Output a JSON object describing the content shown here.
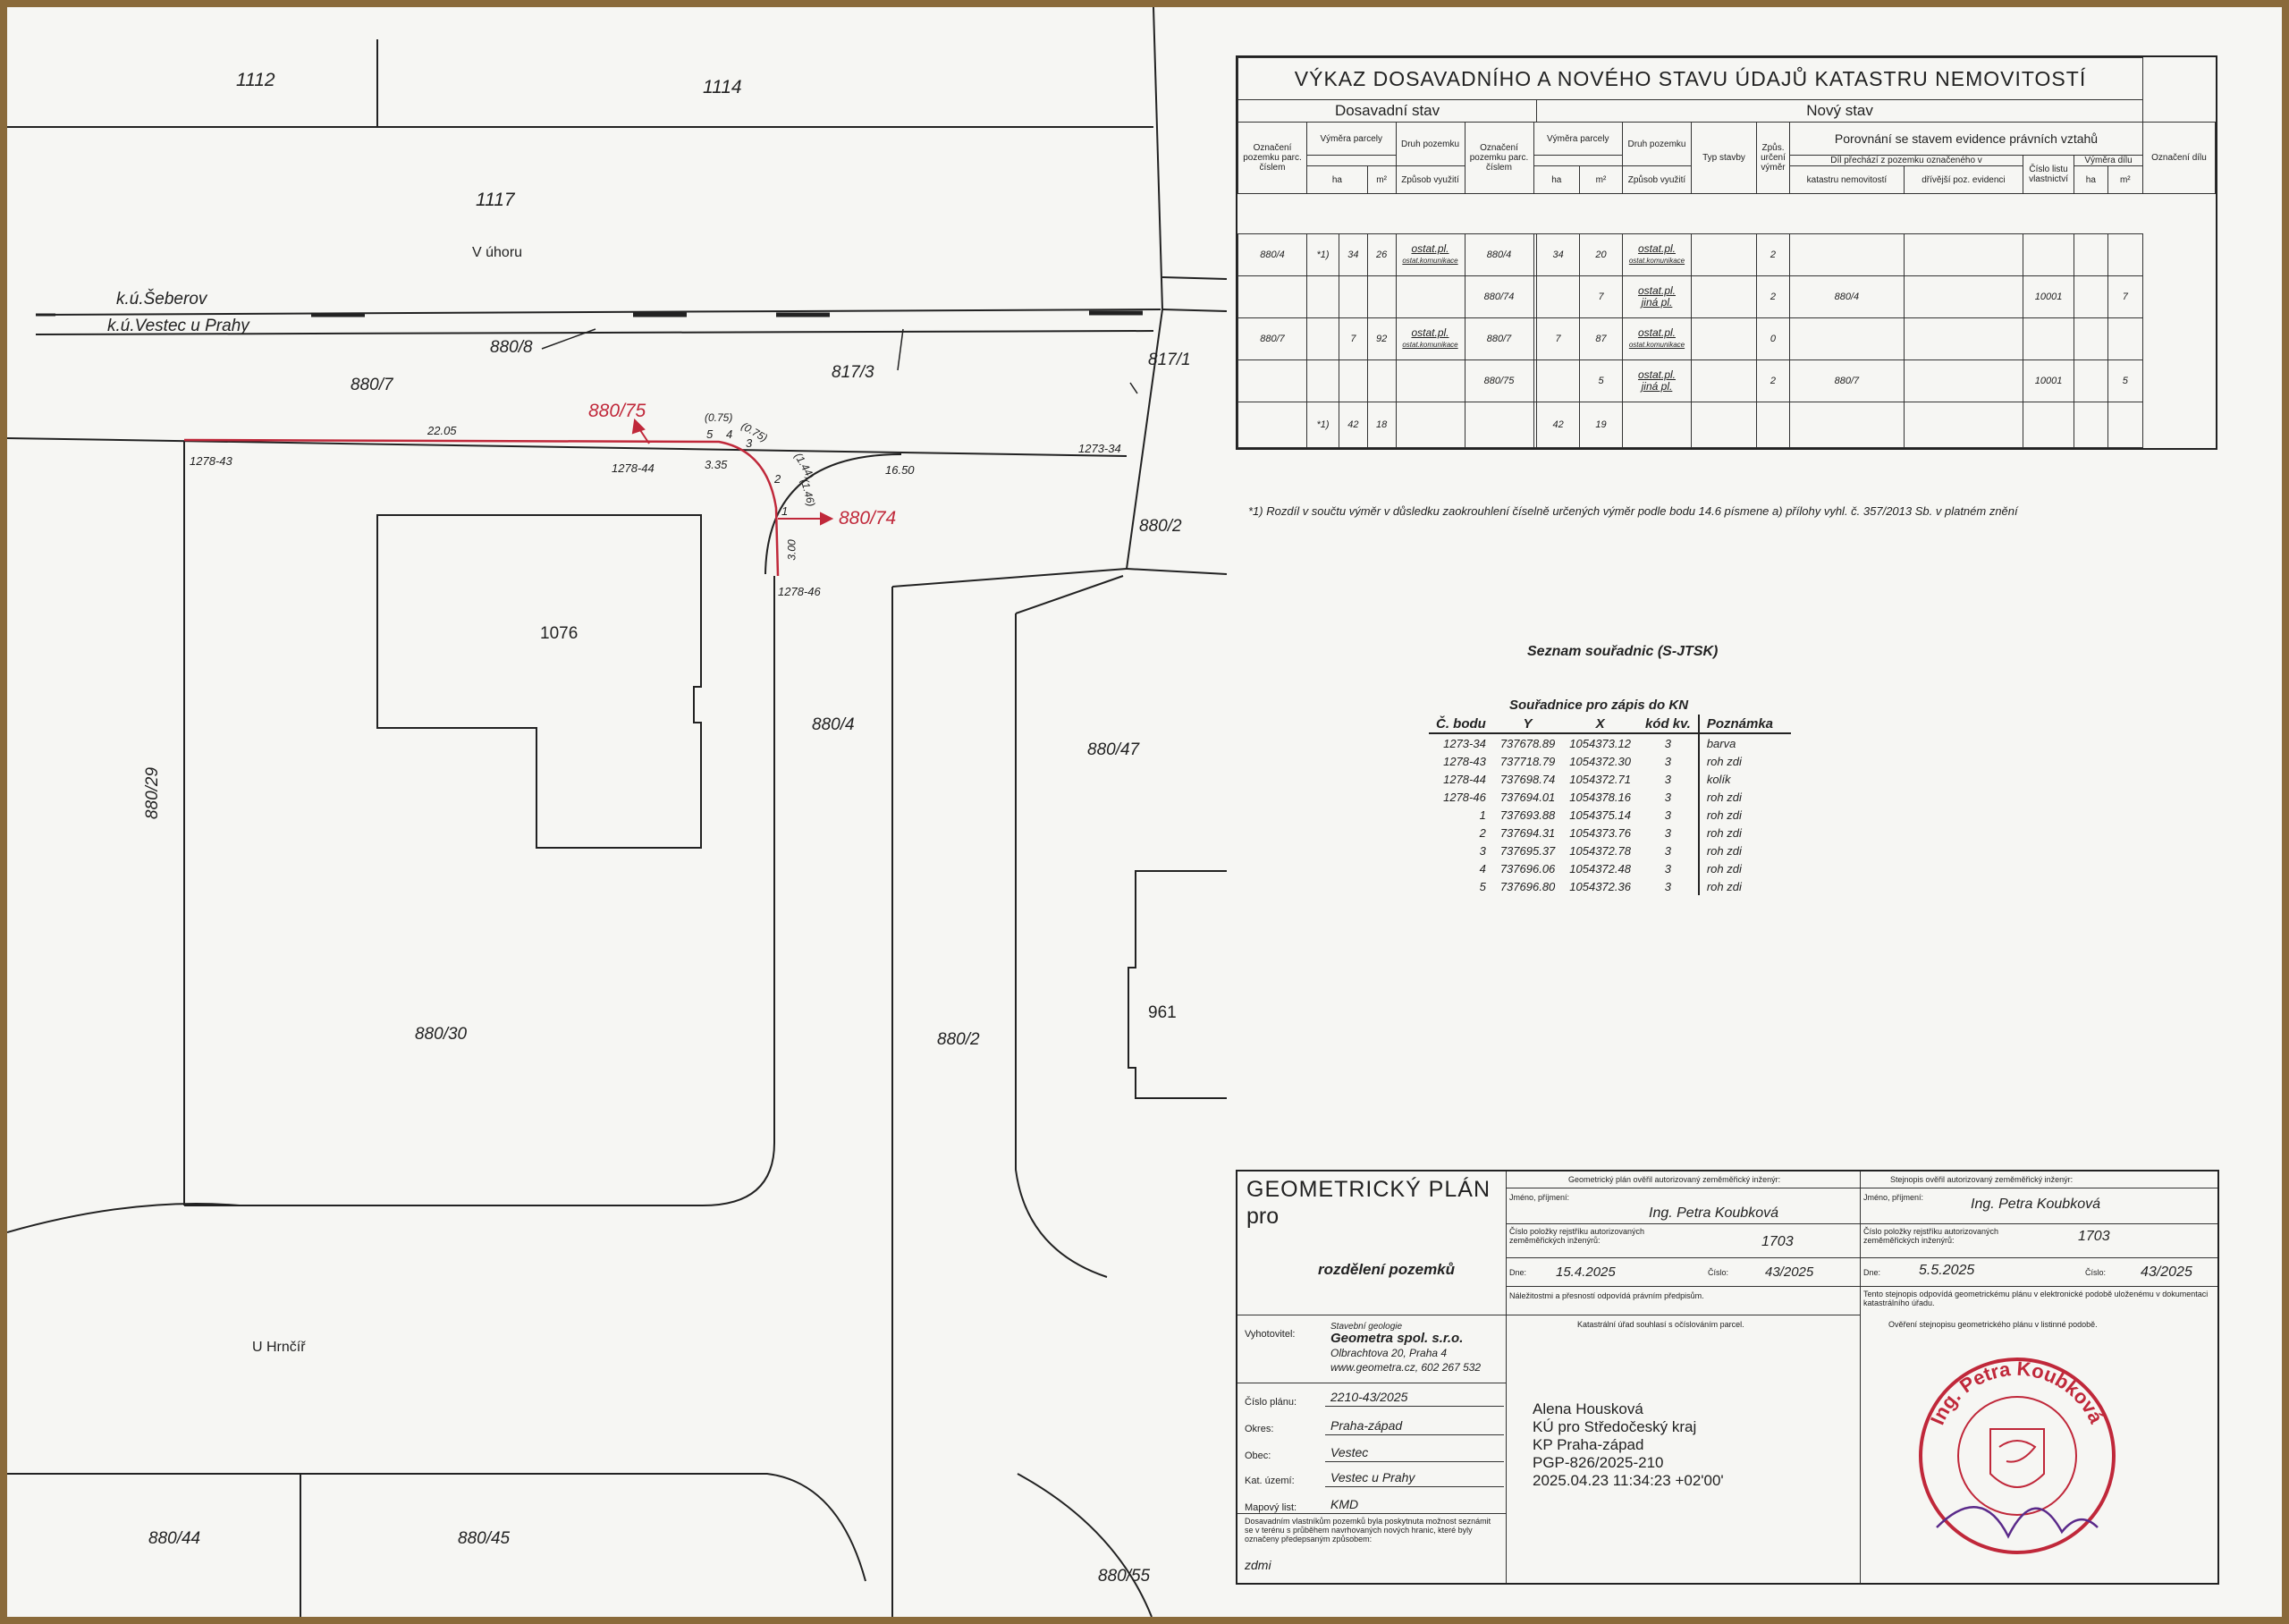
{
  "map": {
    "parcels": [
      "1112",
      "1114",
      "1117",
      "880/7",
      "880/8",
      "817/3",
      "817/1",
      "880/2",
      "1076",
      "880/4",
      "880/47",
      "880/29",
      "880/30",
      "880/2",
      "961",
      "880/44",
      "880/45",
      "880/55"
    ],
    "place_v_uhoru": "V úhoru",
    "place_u_hrncir": "U Hrnčíř",
    "ku_seberov": "k.ú.Šeberov",
    "ku_vestec": "k.ú.Vestec u Prahy",
    "new_parcel_75": "880/75",
    "new_parcel_74": "880/74",
    "points": [
      "1278-43",
      "1278-44",
      "1278-46",
      "1273-34",
      "1",
      "2",
      "3",
      "4",
      "5"
    ],
    "measures": [
      "22.05",
      "3.35",
      "16.50",
      "3.00",
      "(0.75)",
      "(0.75)",
      "(1.44)",
      "(1.46)"
    ]
  },
  "table": {
    "title": "VÝKAZ DOSAVADNÍHO A NOVÉHO STAVU ÚDAJŮ KATASTRU NEMOVITOSTÍ",
    "old_state": "Dosavadní stav",
    "new_state": "Nový stav",
    "compare": "Porovnání se stavem evidence právních vztahů",
    "h_oznaceni": "Označení pozemku parc. číslem",
    "h_vymera": "Výměra parcely",
    "h_druh": "Druh pozemku",
    "h_zpusob": "Způsob využití",
    "h_typ": "Typ stavby",
    "h_zpus_urc": "Způs. určení výměr",
    "h_dil": "Díl přechází z pozemku označeného v",
    "h_katastr": "katastru nemovitostí",
    "h_drivejsi": "dřívější poz. evidenci",
    "h_cislo_lv": "Číslo listu vlastnictví",
    "h_vymera_dilu": "Výměra dílu",
    "h_oznaceni_dilu": "Označení dílu",
    "h_ha": "ha",
    "h_m2": "m²",
    "rows": [
      {
        "old_parcel": "880/4",
        "old_note": "*1)",
        "old_ha": "34",
        "old_m2": "26",
        "old_druh": "ostat.pl.",
        "old_zp": "ostat.komunikace",
        "new_parcel": "880/4",
        "new_ha": "34",
        "new_m2": "20",
        "new_druh": "ostat.pl.",
        "new_zp": "ostat.komunikace",
        "urc": "2",
        "from": "",
        "lv": "",
        "dil": ""
      },
      {
        "old_parcel": "",
        "old_note": "",
        "old_ha": "",
        "old_m2": "",
        "old_druh": "",
        "old_zp": "",
        "new_parcel": "880/74",
        "new_ha": "",
        "new_m2": "7",
        "new_druh": "ostat.pl.",
        "new_zp": "jiná pl.",
        "urc": "2",
        "from": "880/4",
        "lv": "10001",
        "dil": "7"
      },
      {
        "old_parcel": "880/7",
        "old_note": "",
        "old_ha": "7",
        "old_m2": "92",
        "old_druh": "ostat.pl.",
        "old_zp": "ostat.komunikace",
        "new_parcel": "880/7",
        "new_ha": "7",
        "new_m2": "87",
        "new_druh": "ostat.pl.",
        "new_zp": "ostat.komunikace",
        "urc": "0",
        "from": "",
        "lv": "",
        "dil": ""
      },
      {
        "old_parcel": "",
        "old_note": "",
        "old_ha": "",
        "old_m2": "",
        "old_druh": "",
        "old_zp": "",
        "new_parcel": "880/75",
        "new_ha": "",
        "new_m2": "5",
        "new_druh": "ostat.pl.",
        "new_zp": "jiná pl.",
        "urc": "2",
        "from": "880/7",
        "lv": "10001",
        "dil": "5"
      }
    ],
    "sum": {
      "note": "*1)",
      "old_ha": "42",
      "old_m2": "18",
      "new_ha": "42",
      "new_m2": "19"
    }
  },
  "footnote": "*1)  Rozdíl v součtu výměr v důsledku zaokrouhlení číselně určených výměr podle bodu 14.6 písmene a) přílohy vyhl. č. 357/2013 Sb. v platném znění",
  "coords": {
    "title": "Seznam souřadnic (S-JTSK)",
    "subtitle": "Souřadnice pro zápis do KN",
    "headers": [
      "Č. bodu",
      "Y",
      "X",
      "kód kv.",
      "Poznámka"
    ],
    "rows": [
      [
        "1273-34",
        "737678.89",
        "1054373.12",
        "3",
        "barva"
      ],
      [
        "1278-43",
        "737718.79",
        "1054372.30",
        "3",
        "roh zdi"
      ],
      [
        "1278-44",
        "737698.74",
        "1054372.71",
        "3",
        "kolík"
      ],
      [
        "1278-46",
        "737694.01",
        "1054378.16",
        "3",
        "roh zdi"
      ],
      [
        "1",
        "737693.88",
        "1054375.14",
        "3",
        "roh zdi"
      ],
      [
        "2",
        "737694.31",
        "1054373.76",
        "3",
        "roh zdi"
      ],
      [
        "3",
        "737695.37",
        "1054372.78",
        "3",
        "roh zdi"
      ],
      [
        "4",
        "737696.06",
        "1054372.48",
        "3",
        "roh zdi"
      ],
      [
        "5",
        "737696.80",
        "1054372.36",
        "3",
        "roh zdi"
      ]
    ]
  },
  "gp": {
    "title1": "GEOMETRICKÝ PLÁN",
    "title2": "pro",
    "purpose": "rozdělení pozemků",
    "verified_hdr": "Geometrický plán ověřil autorizovaný zeměměřický inženýr:",
    "copy_hdr": "Stejnopis ověřil autorizovaný zeměměřický inženýr:",
    "name_label": "Jméno, příjmení:",
    "name": "Ing. Petra Koubková",
    "reg_label": "Číslo položky rejstříku autorizovaných zeměměřických inženýrů:",
    "reg": "1703",
    "date_label": "Dne:",
    "date1": "15.4.2025",
    "num_label": "Číslo:",
    "num1": "43/2025",
    "date2": "5.5.2025",
    "num2": "43/2025",
    "req_text": "Náležitostmi a přesností odpovídá právním předpisům.",
    "copy_text": "Tento stejnopis odpovídá geometrickému plánu v elektronické podobě uloženému v dokumentaci katastrálního úřadu.",
    "office_hdr": "Katastrální úřad souhlasí s očíslováním parcel.",
    "paper_hdr": "Ověření stejnopisu geometrického plánu v listinné podobě.",
    "made_by_label": "Vyhotovitel:",
    "made_by_1": "Stavební geologie",
    "made_by_2": "Geometra spol. s.r.o.",
    "made_by_3": "Olbrachtova 20, Praha 4",
    "made_by_4": "www.geometra.cz, 602 267 532",
    "plan_no_label": "Číslo plánu:",
    "plan_no": "2210-43/2025",
    "okres_label": "Okres:",
    "okres": "Praha-západ",
    "obec_label": "Obec:",
    "obec": "Vestec",
    "ku_label": "Kat. území:",
    "ku": "Vestec u Prahy",
    "map_label": "Mapový list:",
    "map_sheet": "KMD",
    "owners_text": "Dosavadním vlastníkům pozemků byla poskytnuta možnost seznámit se v terénu s průběhem navrhovaných nových hranic, které byly označeny předepsaným způsobem:",
    "marking": "zdmi",
    "office_1": "Alena Housková",
    "office_2": "KÚ pro Středočeský kraj",
    "office_3": "KP Praha-západ",
    "office_4": "PGP-826/2025-210",
    "office_5": "2025.04.23 11:34:23 +02'00'",
    "stamp_text": "Ing. Petra Koubková"
  }
}
